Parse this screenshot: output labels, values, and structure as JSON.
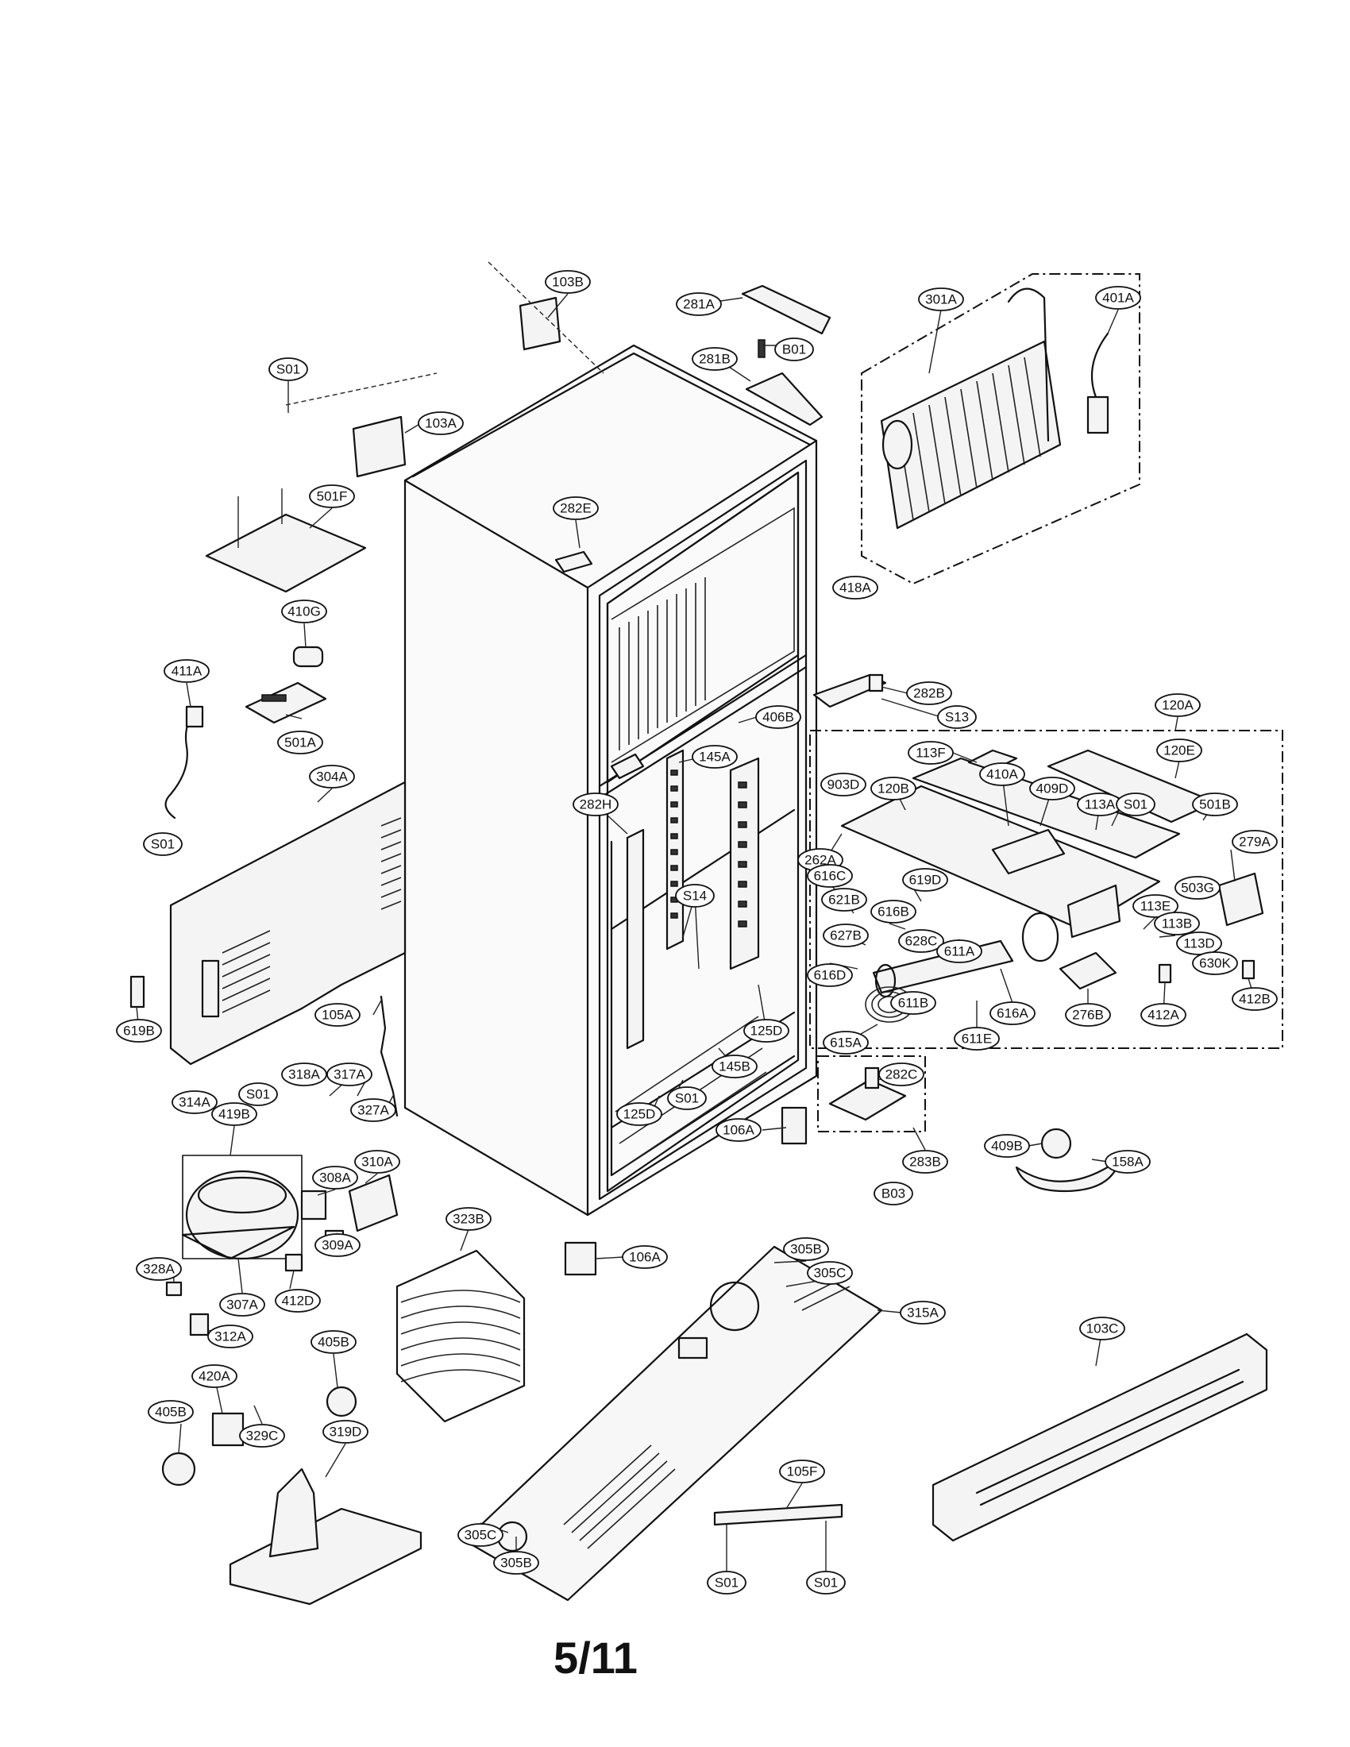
{
  "page": {
    "number": "5/11"
  },
  "callouts": [
    "103B",
    "281A",
    "301A",
    "401A",
    "S01",
    "B01",
    "281B",
    "103A",
    "501F",
    "282E",
    "418A",
    "410G",
    "411A",
    "282B",
    "S13",
    "501A",
    "120A",
    "406B",
    "113F",
    "120E",
    "304A",
    "145A",
    "903D",
    "410A",
    "409D",
    "120B",
    "113A",
    "S01",
    "501B",
    "282H",
    "262A",
    "279A",
    "S01",
    "616C",
    "621B",
    "619D",
    "503G",
    "S14",
    "616B",
    "113E",
    "113B",
    "627B",
    "628C",
    "113D",
    "611A",
    "630K",
    "616D",
    "619B",
    "105A",
    "611B",
    "616A",
    "276B",
    "412A",
    "412B",
    "125D",
    "615A",
    "611E",
    "318A",
    "317A",
    "145B",
    "282C",
    "S01",
    "314A",
    "419B",
    "327A",
    "125D",
    "S01",
    "106A",
    "409B",
    "158A",
    "310A",
    "283B",
    "308A",
    "B03",
    "309A",
    "323B",
    "106A",
    "328A",
    "305B",
    "307A",
    "412D",
    "305C",
    "312A",
    "315A",
    "405B",
    "103C",
    "420A",
    "405B",
    "329C",
    "319D",
    "105F",
    "305C",
    "305B",
    "S01",
    "S01"
  ]
}
